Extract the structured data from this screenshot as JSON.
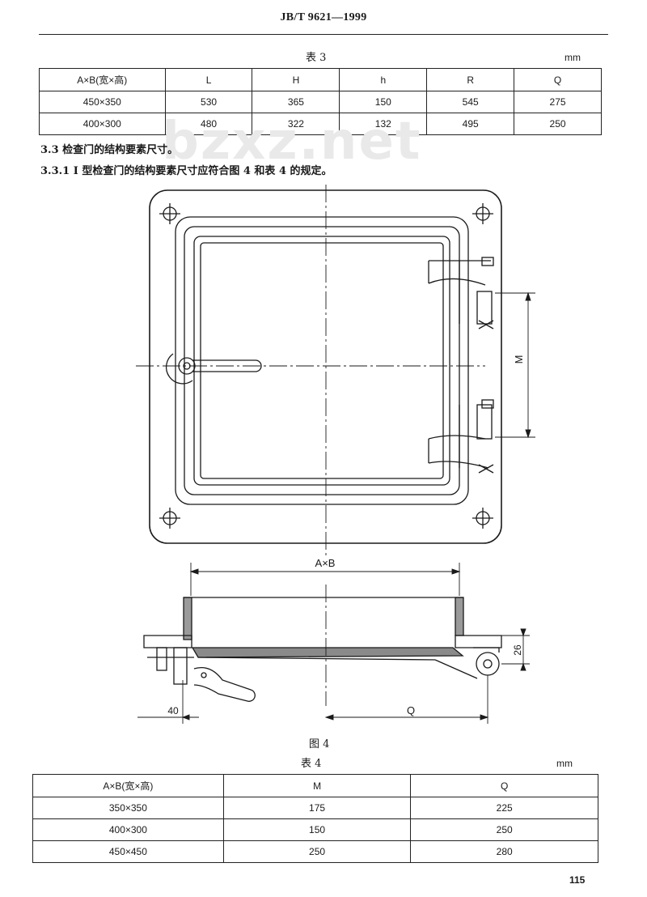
{
  "header": {
    "standard_no": "JB/T 9621—1999"
  },
  "table3": {
    "caption": "表 3",
    "unit": "mm",
    "headers": [
      "A×B(宽×高)",
      "L",
      "H",
      "h",
      "R",
      "Q"
    ],
    "rows": [
      [
        "450×350",
        "530",
        "365",
        "150",
        "545",
        "275"
      ],
      [
        "400×300",
        "480",
        "322",
        "132",
        "495",
        "250"
      ]
    ]
  },
  "watermark": "bzxz.net",
  "section": {
    "heading": "3.3  检查门的结构要素尺寸。",
    "clause": "3.3.1  I 型检查门的结构要素尺寸应符合图 4 和表 4 的规定。"
  },
  "figure4": {
    "dim_M": "M",
    "dim_AxB": "A×B",
    "dim_26": "26",
    "dim_40": "40",
    "dim_Q": "Q",
    "caption": "图 4"
  },
  "table4": {
    "caption": "表 4",
    "unit": "mm",
    "headers": [
      "A×B(宽×高)",
      "M",
      "Q"
    ],
    "rows": [
      [
        "350×350",
        "175",
        "225"
      ],
      [
        "400×300",
        "150",
        "250"
      ],
      [
        "450×450",
        "250",
        "280"
      ]
    ]
  },
  "page_number": "115"
}
